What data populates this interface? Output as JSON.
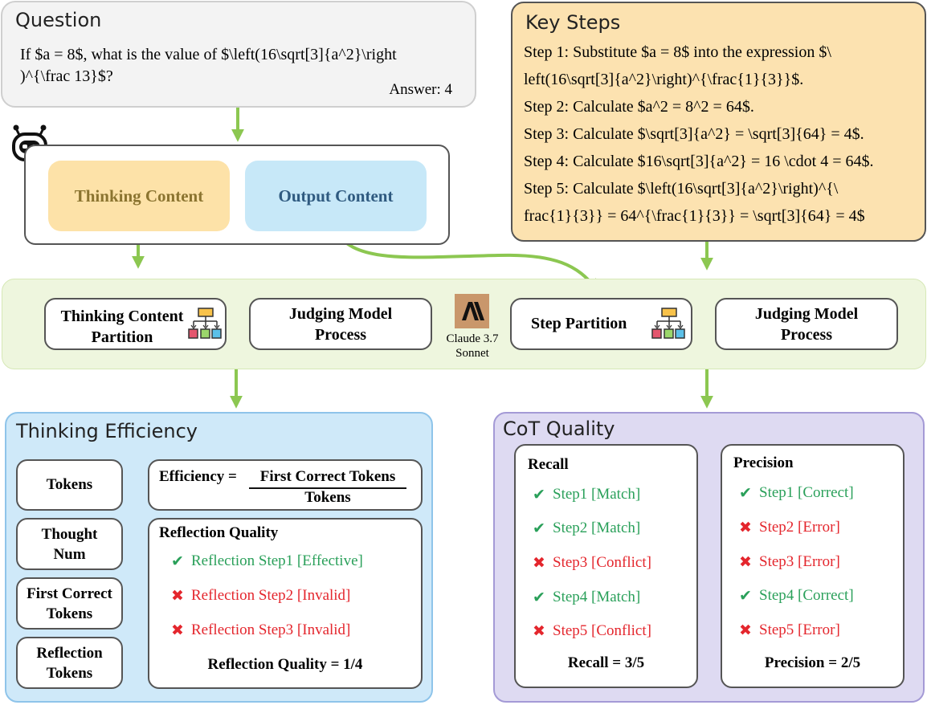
{
  "question": {
    "title": "Question",
    "line1": "If $a = 8$, what is the value of $\\left(16\\sqrt[3]{a^2}\\right",
    "line2": ")^{\\frac 13}$?",
    "answer": "Answer: 4"
  },
  "key_steps": {
    "title": "Key Steps",
    "lines": [
      "Step 1: Substitute $a = 8$ into the expression $\\",
      "left(16\\sqrt[3]{a^2}\\right)^{\\frac{1}{3}}$.",
      "Step 2: Calculate $a^2 = 8^2 = 64$.",
      "Step 3: Calculate $\\sqrt[3]{a^2} = \\sqrt[3]{64} = 4$.",
      "Step 4: Calculate $16\\sqrt[3]{a^2} = 16 \\cdot 4 = 64$.",
      "Step 5: Calculate $\\left(16\\sqrt[3]{a^2}\\right)^{\\",
      "frac{1}{3}} = 64^{\\frac{1}{3}} = \\sqrt[3]{64} = 4$"
    ]
  },
  "model": {
    "thinking": "Thinking Content",
    "output": "Output Content"
  },
  "pipeline": {
    "thinking_partition_1": "Thinking Content",
    "thinking_partition_2": "Partition",
    "judging_left_1": "Judging Model",
    "judging_left_2": "Process",
    "claude_1": "Claude 3.7",
    "claude_2": "Sonnet",
    "step_partition": "Step Partition",
    "judging_right_1": "Judging Model",
    "judging_right_2": "Process"
  },
  "thinking_efficiency": {
    "title": "Thinking Efficiency",
    "metrics": [
      {
        "l1": "Tokens",
        "l2": ""
      },
      {
        "l1": "Thought",
        "l2": "Num"
      },
      {
        "l1": "First Correct",
        "l2": "Tokens"
      },
      {
        "l1": "Reflection",
        "l2": "Tokens"
      }
    ],
    "efficiency_label": "Efficiency =",
    "efficiency_numerator": "First Correct Tokens",
    "efficiency_denominator": "Tokens",
    "reflection_title": "Reflection Quality",
    "reflection_items": [
      {
        "text": "Reflection Step1 [Effective]",
        "ok": true
      },
      {
        "text": "Reflection Step2 [Invalid]",
        "ok": false
      },
      {
        "text": "Reflection Step3 [Invalid]",
        "ok": false
      }
    ],
    "reflection_result": "Reflection Quality = 1/4"
  },
  "cot_quality": {
    "title": "CoT Quality",
    "recall": {
      "title": "Recall",
      "items": [
        {
          "text": "Step1 [Match]",
          "ok": true
        },
        {
          "text": "Step2 [Match]",
          "ok": true
        },
        {
          "text": "Step3 [Conflict]",
          "ok": false
        },
        {
          "text": "Step4 [Match]",
          "ok": true
        },
        {
          "text": "Step5 [Conflict]",
          "ok": false
        }
      ],
      "result": "Recall = 3/5"
    },
    "precision": {
      "title": "Precision",
      "items": [
        {
          "text": "Step1 [Correct]",
          "ok": true
        },
        {
          "text": "Step2 [Error]",
          "ok": false
        },
        {
          "text": "Step3 [Error]",
          "ok": false
        },
        {
          "text": "Step4 [Correct]",
          "ok": true
        },
        {
          "text": "Step5 [Error]",
          "ok": false
        }
      ],
      "result": "Precision = 2/5"
    }
  },
  "colors": {
    "arrow": "#8cc751",
    "check": "#2aa05a",
    "cross": "#e4262d"
  }
}
